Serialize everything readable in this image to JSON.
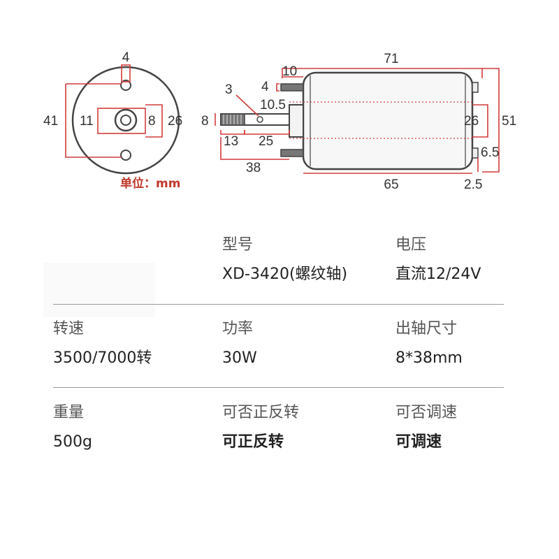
{
  "drawing": {
    "unit_label": "单位：mm",
    "front_view": {
      "dims": [
        "4",
        "41",
        "11",
        "8",
        "26"
      ]
    },
    "side_view": {
      "dims": [
        "71",
        "10",
        "4",
        "3",
        "10.5",
        "8",
        "13",
        "25",
        "38",
        "26",
        "51",
        "6.5",
        "65",
        "2.5"
      ]
    }
  },
  "specs": {
    "model": {
      "label": "型号",
      "value": "XD-3420(螺纹轴)"
    },
    "voltage": {
      "label": "电压",
      "value": "直流12/24V"
    },
    "speed": {
      "label": "转速",
      "value": "3500/7000转"
    },
    "power": {
      "label": "功率",
      "value": "30W"
    },
    "shaft": {
      "label": "出轴尺寸",
      "value": "8*38mm"
    },
    "weight": {
      "label": "重量",
      "value": "500g"
    },
    "reversible": {
      "label": "可否正反转",
      "value": "可正反转"
    },
    "adjustable": {
      "label": "可否调速",
      "value": "可调速"
    }
  },
  "colors": {
    "dimension_line": "#d23b3b",
    "text": "#333333",
    "divider": "#9a9a9a"
  }
}
